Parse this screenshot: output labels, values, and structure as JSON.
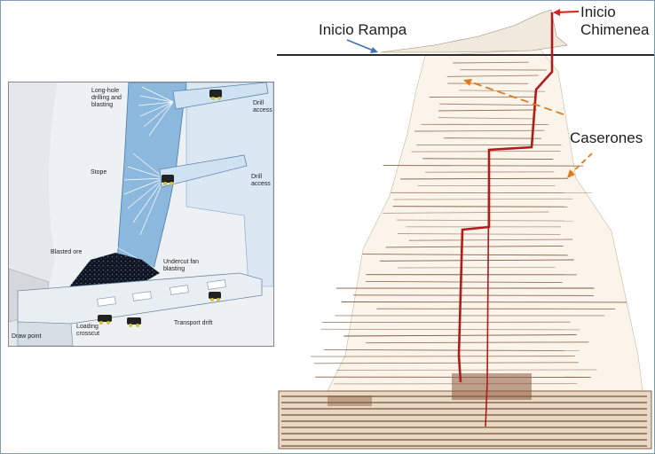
{
  "colors": {
    "arrow_red": "#e01b1b",
    "arrow_blue": "#3f73b5",
    "arrow_orange": "#e07b1c",
    "chimney_line": "#b31b1b",
    "stope_blue": "#8db8de",
    "workings_brown": "#7a4a2e"
  },
  "stope_diagram": {
    "labels": {
      "long_hole": [
        "Long-hole",
        "drilling and",
        "blasting"
      ],
      "drill_access_top": [
        "Drill",
        "access"
      ],
      "stope": "Stope",
      "drill_access_mid": [
        "Drill",
        "access"
      ],
      "blasted_ore": "Blasted ore",
      "undercut": [
        "Undercut fan",
        "blasting"
      ],
      "loading_crosscut": [
        "Loading",
        "crosscut"
      ],
      "transport_drift": "Transport drift",
      "draw_point": "Draw point"
    }
  },
  "mine_section": {
    "callouts": {
      "inicio_rampa": "Inicio Rampa",
      "inicio_chimenea_1": "Inicio",
      "inicio_chimenea_2": "Chimenea",
      "caserones": "Caserones"
    }
  }
}
